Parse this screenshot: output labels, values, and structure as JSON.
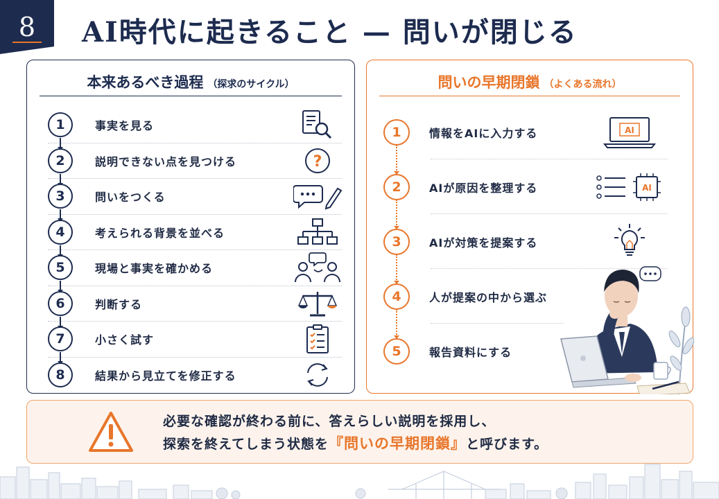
{
  "header": {
    "badge": "8",
    "title": "AI時代に起きること — 問いが閉じる"
  },
  "left_panel": {
    "title": "本来あるべき過程",
    "subtitle": "（探求のサイクル）",
    "steps": [
      {
        "num": "1",
        "label": "事実を見る",
        "icon": "document-search-icon"
      },
      {
        "num": "2",
        "label": "説明できない点を見つける",
        "icon": "question-icon"
      },
      {
        "num": "3",
        "label": "問いをつくる",
        "icon": "speech-pencil-icon"
      },
      {
        "num": "4",
        "label": "考えられる背景を並べる",
        "icon": "hierarchy-icon"
      },
      {
        "num": "5",
        "label": "現場と事実を確かめる",
        "icon": "people-talk-icon"
      },
      {
        "num": "6",
        "label": "判断する",
        "icon": "scale-icon"
      },
      {
        "num": "7",
        "label": "小さく試す",
        "icon": "checklist-icon"
      },
      {
        "num": "8",
        "label": "結果から見立てを修正する",
        "icon": "cycle-icon"
      }
    ]
  },
  "right_panel": {
    "title": "問いの早期閉鎖",
    "subtitle": "（よくある流れ）",
    "steps": [
      {
        "num": "1",
        "label": "情報をAIに入力する",
        "icon": "ai-monitor-icon",
        "icon_text": "AI"
      },
      {
        "num": "2",
        "label": "AIが原因を整理する",
        "icon": "ai-chip-icon",
        "icon_text": "AI"
      },
      {
        "num": "3",
        "label": "AIが対策を提案する",
        "icon": "lightbulb-icon"
      },
      {
        "num": "4",
        "label": "人が提案の中から選ぶ",
        "icon": ""
      },
      {
        "num": "5",
        "label": "報告資料にする",
        "icon": ""
      }
    ]
  },
  "warning": {
    "line1": "必要な確認が終わる前に、答えらしい説明を採用し、",
    "line2_pre": "探索を終えてしまう状態を",
    "line2_highlight": "『問いの早期閉鎖』",
    "line2_post": "と呼びます。"
  },
  "colors": {
    "navy": "#1d2b4f",
    "orange": "#e8762b",
    "warning_bg": "#fdf3ec"
  }
}
